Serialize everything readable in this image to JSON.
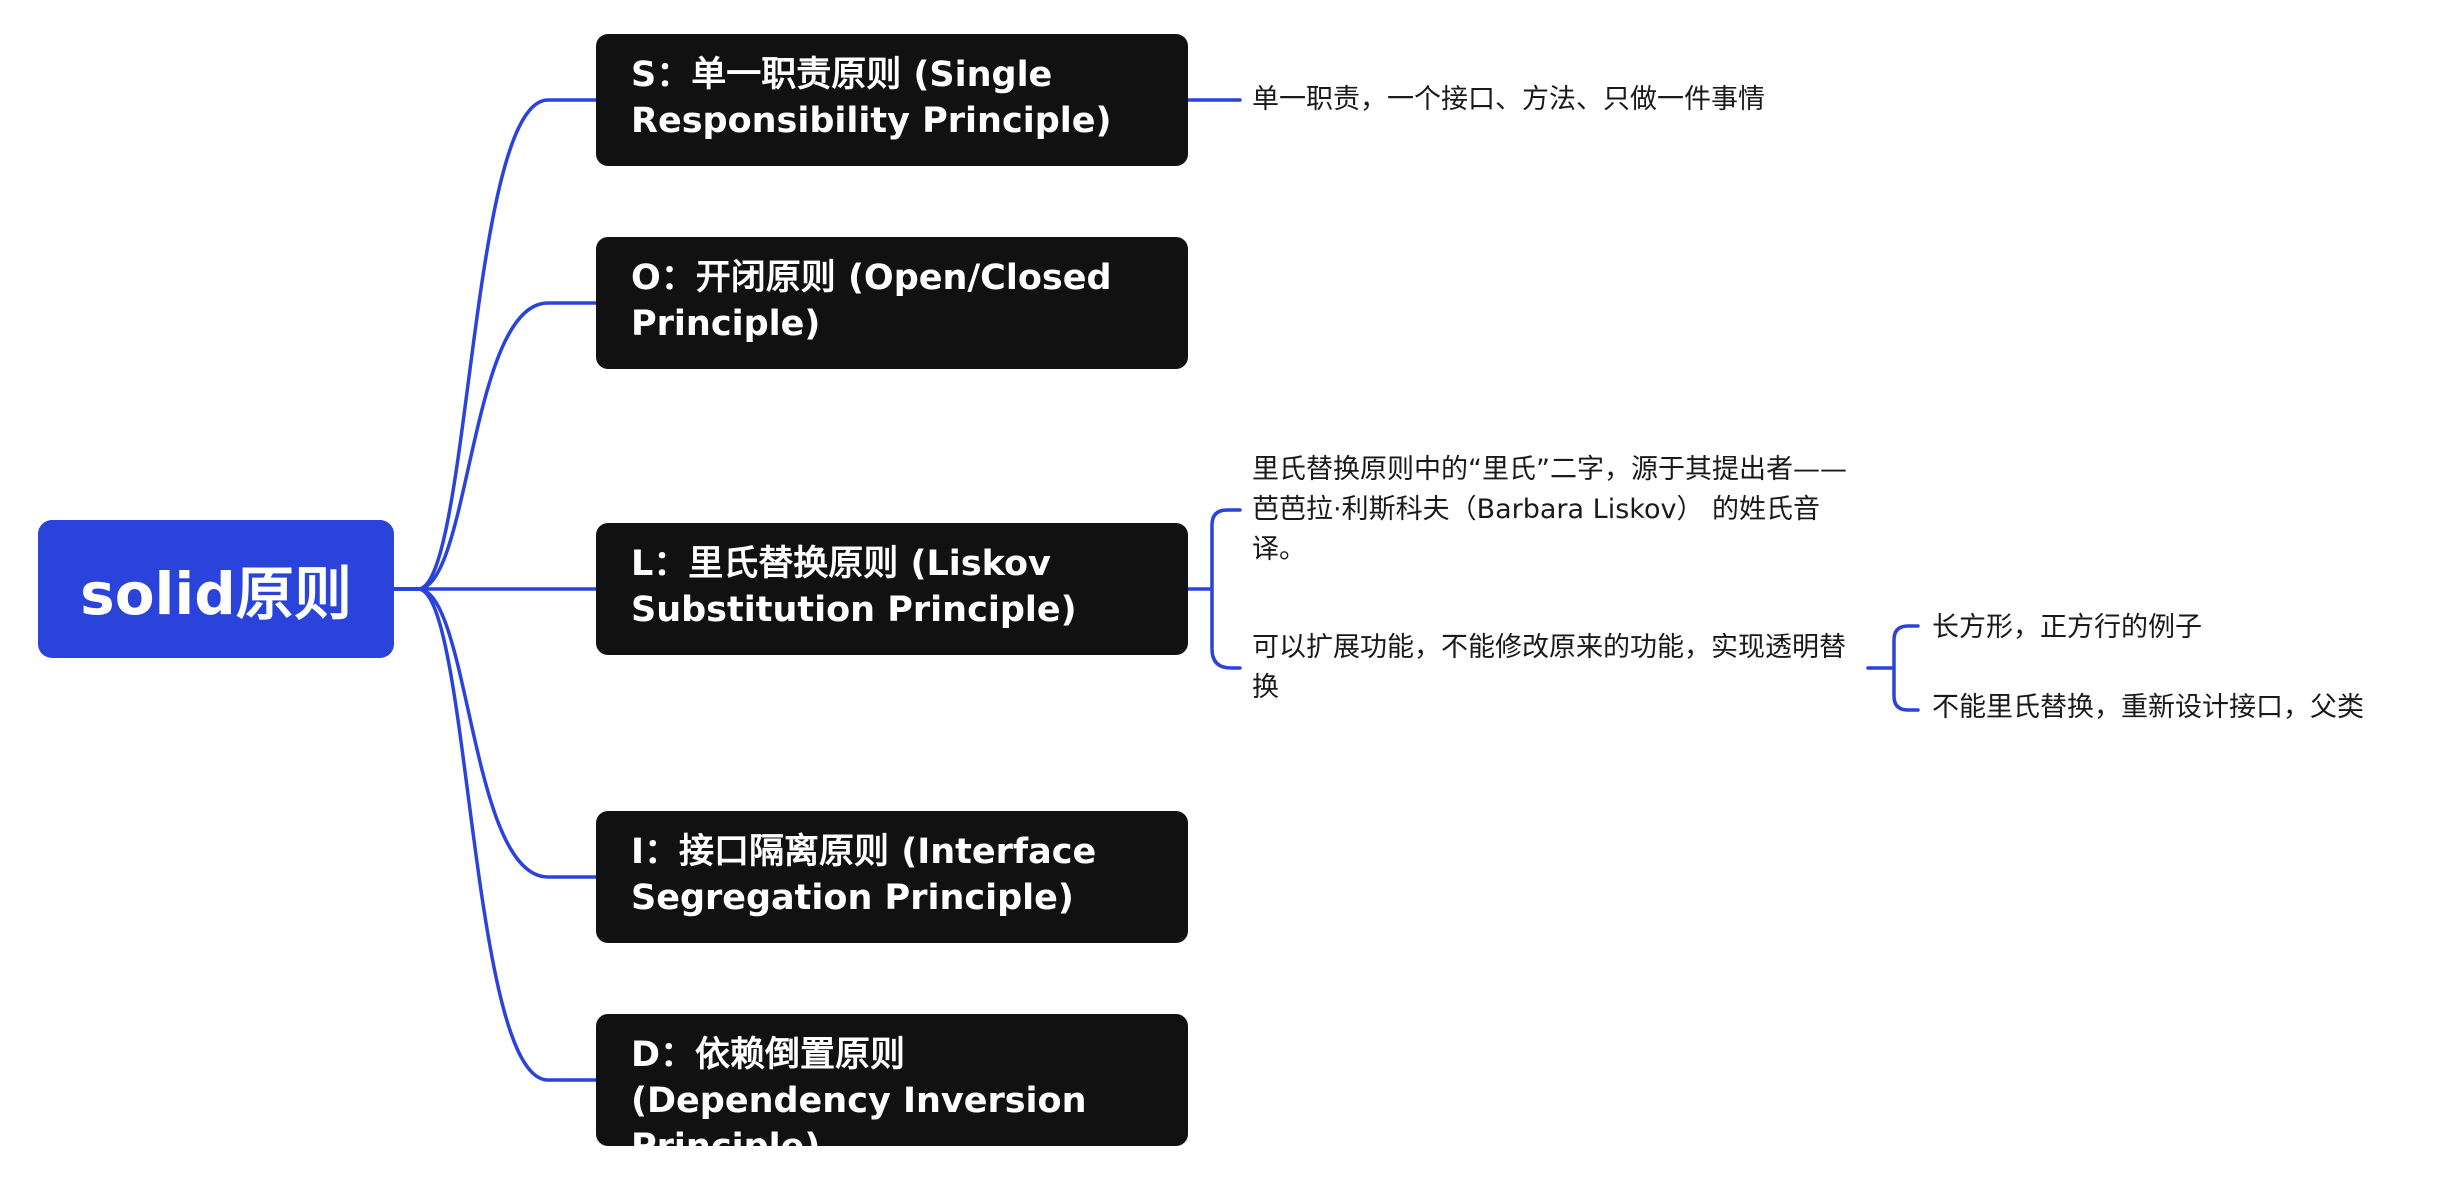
{
  "root": {
    "label": "solid原则"
  },
  "principles": [
    {
      "label": "S：单一职责原则 (Single Responsibility Principle)"
    },
    {
      "label": "O：开闭原则 (Open/Closed Principle)"
    },
    {
      "label": "L：里氏替换原则 (Liskov Substitution Principle)"
    },
    {
      "label": "I：接口隔离原则 (Interface Segregation Principle)"
    },
    {
      "label": "D：依赖倒置原则 (Dependency Inversion Principle)"
    }
  ],
  "notes": {
    "s_note": "单一职责，一个接口、方法、只做一件事情",
    "l_origin": "里氏替换原则中的“里氏”二字，源于其提出者——芭芭拉·利斯科夫（Barbara Liskov） 的姓氏音译。",
    "l_extend": "可以扩展功能，不能修改原来的功能，实现透明替换",
    "l_example": "长方形，正方行的例子",
    "l_redesign": "不能里氏替换，重新设计接口，父类"
  },
  "colors": {
    "accent": "#2a43db",
    "node_dark": "#111111",
    "link": "#2a43db"
  }
}
